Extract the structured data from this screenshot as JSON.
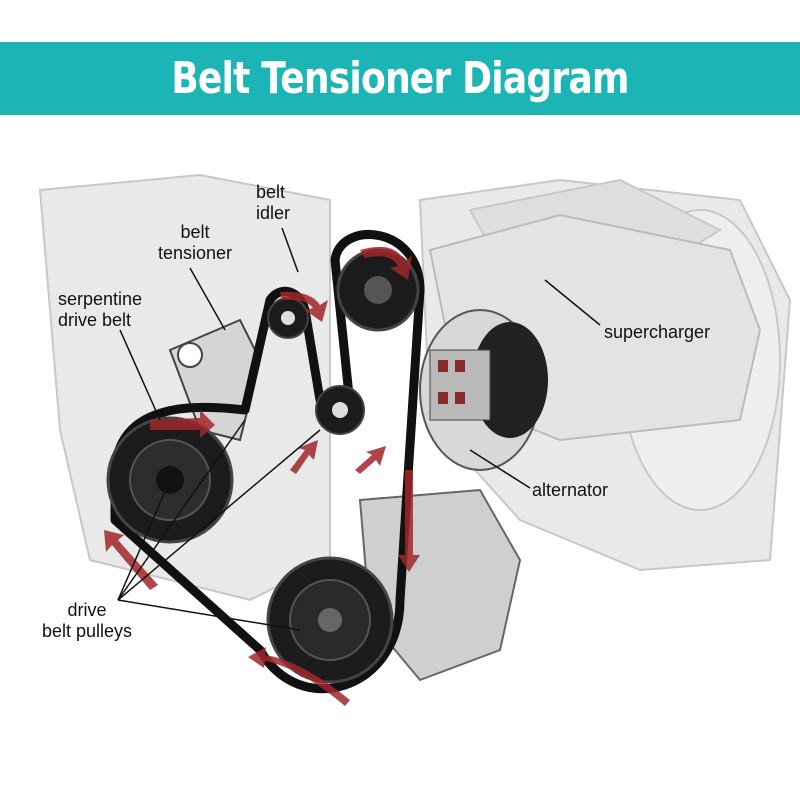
{
  "title": "Belt Tensioner Diagram",
  "labels": {
    "belt_idler": [
      "belt",
      "idler"
    ],
    "belt_tensioner": [
      "belt",
      "tensioner"
    ],
    "serpentine_drive_belt": [
      "serpentine",
      "drive belt"
    ],
    "supercharger": "supercharger",
    "alternator": "alternator",
    "drive_belt_pulleys": [
      "drive",
      "belt pulleys"
    ]
  },
  "colors": {
    "banner": "#1bb5b5",
    "belt": "#111111",
    "arrow": "#a0262a"
  }
}
